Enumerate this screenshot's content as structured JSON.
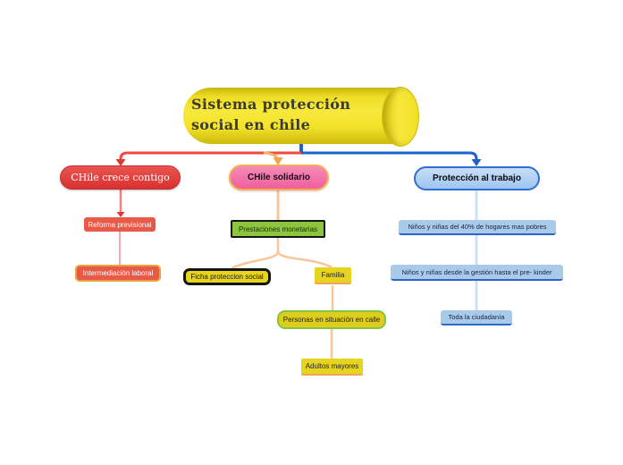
{
  "title": {
    "label": "Sistema protección social en chile"
  },
  "branches": {
    "crece": {
      "label": "CHile crece contigo",
      "color": "#dd3a3a",
      "children": {
        "reforma": {
          "label": "Reforma previsional"
        },
        "intermediacion": {
          "label": "Intermediación laboral"
        }
      }
    },
    "solidario": {
      "label": "CHile solidario",
      "color": "#ef5f9d",
      "children": {
        "prestaciones": {
          "label": "Prestaciones monetarias"
        },
        "ficha": {
          "label": "Ficha proteccion social"
        },
        "familia": {
          "label": "Familia"
        },
        "personas": {
          "label": "Personas en situación en calle"
        },
        "adultos": {
          "label": "Adultos mayores"
        }
      }
    },
    "trabajo": {
      "label": "Protección al trabajo",
      "color": "#a9cbe9",
      "children": {
        "ninos40": {
          "label": "Niños y niñas del 40% de hogares mas pobres"
        },
        "ninosgestion": {
          "label": "Niños y niñas desde la gestión  hasta el pre- kinder"
        },
        "ciudadania": {
          "label": "Toda la ciudadanía"
        }
      }
    }
  },
  "colors": {
    "root_fill": "#f3e32a",
    "branch_red": "#dd3a3a",
    "branch_pink": "#ef5f9d",
    "branch_pink_border": "#f6ae4c",
    "branch_blue_fill": "#a9cbe9",
    "branch_blue_border": "#2a66cc",
    "child_salmon": "#e85948",
    "child_green": "#8cc63e",
    "child_yellow": "#e7d41f",
    "line_red": "#ef4a42",
    "line_blue": "#1e62cc",
    "line_orange": "#f7b46f",
    "line_peach": "#f8c69a",
    "line_lightblue": "#cfe0f2"
  }
}
